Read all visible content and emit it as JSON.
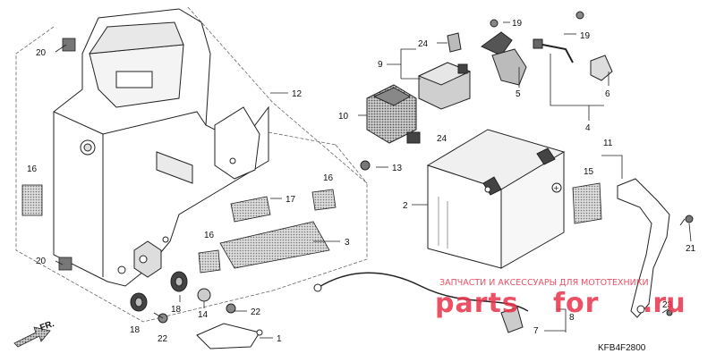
{
  "diagram": {
    "code": "KFB4F2800",
    "front_label": "FR.",
    "colors": {
      "line": "#222222",
      "fill_dark": "#333333",
      "fill_mid": "#888888",
      "fill_light": "#bfbfbf",
      "watermark": "#e8324a"
    },
    "watermark": {
      "slogan": "ЗАПЧАСТИ И АКСЕССУАРЫ ДЛЯ МОТОТЕХНИКИ",
      "brand_left": "parts",
      "brand_right": "for",
      "tld": ".ru"
    },
    "callouts": [
      {
        "id": "c20a",
        "text": "20"
      },
      {
        "id": "c12",
        "text": "12"
      },
      {
        "id": "c16a",
        "text": "16"
      },
      {
        "id": "c20b",
        "text": "20"
      },
      {
        "id": "c24a",
        "text": "24"
      },
      {
        "id": "c9",
        "text": "9"
      },
      {
        "id": "c19a",
        "text": "19"
      },
      {
        "id": "c19b",
        "text": "19"
      },
      {
        "id": "c5",
        "text": "5"
      },
      {
        "id": "c6",
        "text": "6"
      },
      {
        "id": "c4",
        "text": "4"
      },
      {
        "id": "c10",
        "text": "10"
      },
      {
        "id": "c24b",
        "text": "24"
      },
      {
        "id": "c13",
        "text": "13"
      },
      {
        "id": "c16b",
        "text": "16"
      },
      {
        "id": "c17",
        "text": "17"
      },
      {
        "id": "c16c",
        "text": "16"
      },
      {
        "id": "c3",
        "text": "3"
      },
      {
        "id": "c2",
        "text": "2"
      },
      {
        "id": "c15",
        "text": "15"
      },
      {
        "id": "c11",
        "text": "11"
      },
      {
        "id": "c21",
        "text": "21"
      },
      {
        "id": "c18a",
        "text": "18"
      },
      {
        "id": "c18b",
        "text": "18"
      },
      {
        "id": "c14",
        "text": "14"
      },
      {
        "id": "c22a",
        "text": "22"
      },
      {
        "id": "c22b",
        "text": "22"
      },
      {
        "id": "c1",
        "text": "1"
      },
      {
        "id": "c8",
        "text": "8"
      },
      {
        "id": "c7",
        "text": "7"
      },
      {
        "id": "c23",
        "text": "23"
      }
    ]
  }
}
